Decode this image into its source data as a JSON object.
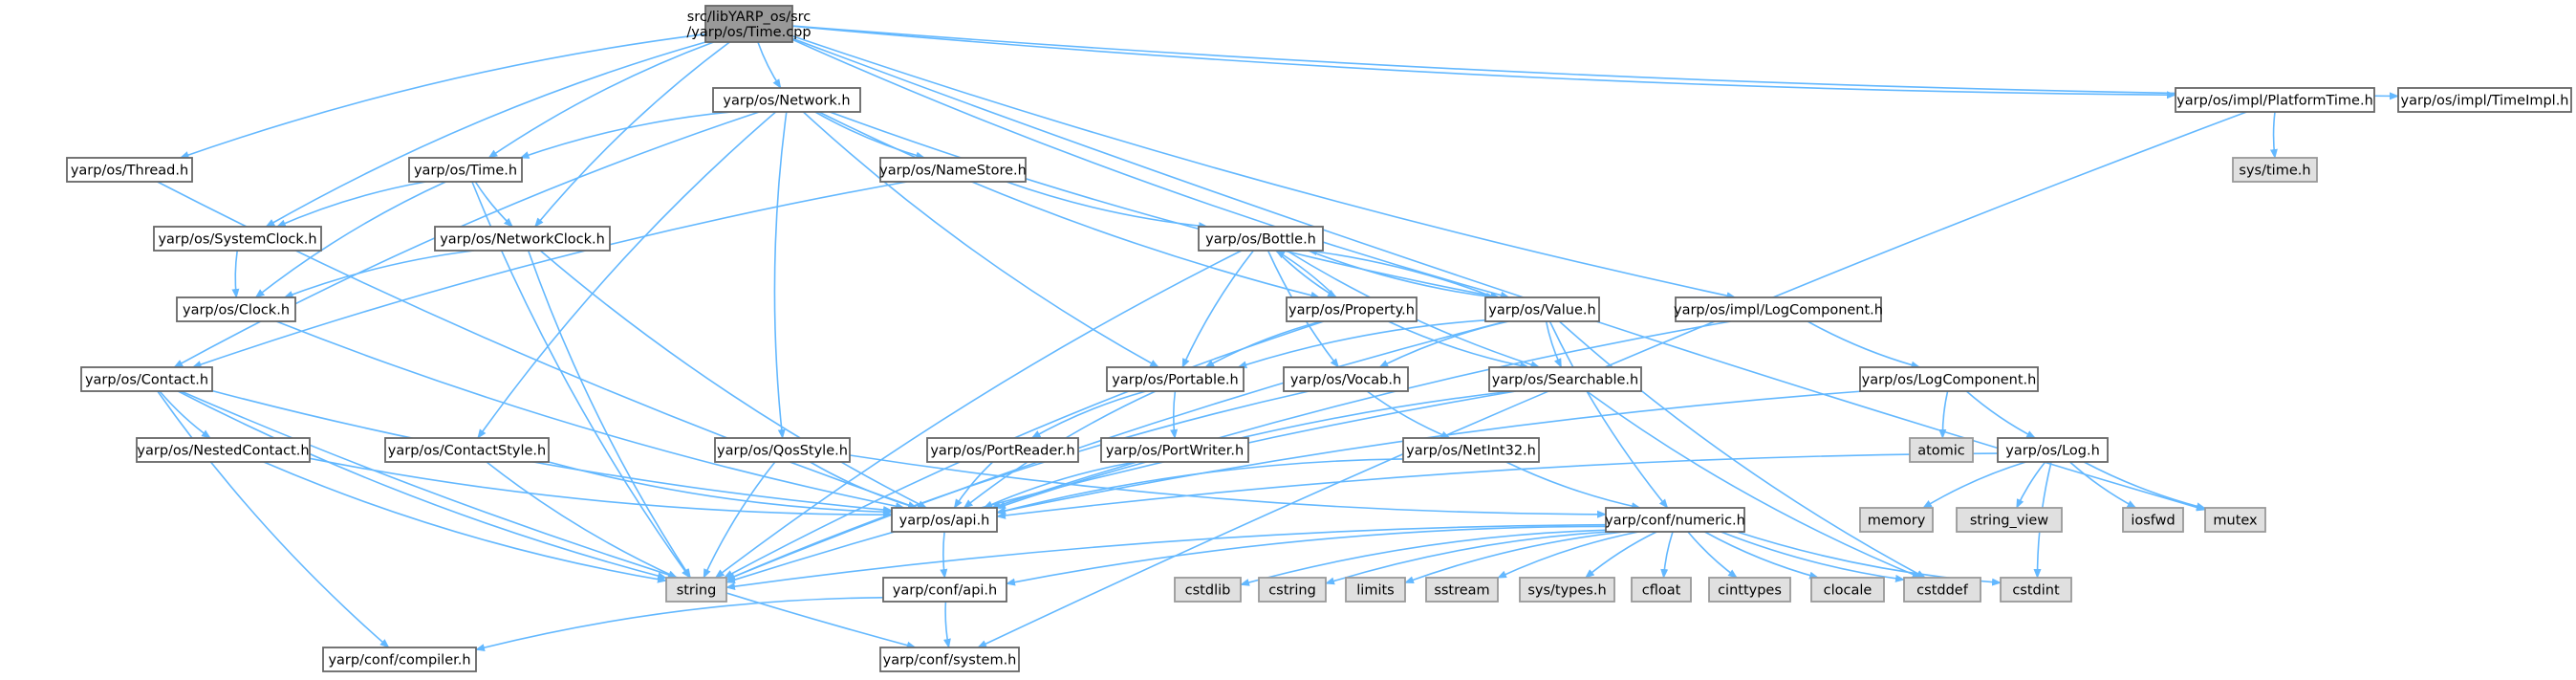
{
  "diagram": {
    "title": "",
    "colors": {
      "edge": "#63b8ff",
      "node_fill": "#ffffff",
      "root_fill": "#999999",
      "system_fill": "#e0e0e0",
      "node_border": "#666666",
      "system_border": "#999999"
    },
    "nodes": [
      {
        "id": "root",
        "kind": "root",
        "lines": [
          "src/libYARP_os/src",
          "/yarp/os/Time.cpp"
        ]
      },
      {
        "id": "network",
        "kind": "file",
        "lines": [
          "yarp/os/Network.h"
        ]
      },
      {
        "id": "thread",
        "kind": "file",
        "lines": [
          "yarp/os/Thread.h"
        ]
      },
      {
        "id": "time",
        "kind": "file",
        "lines": [
          "yarp/os/Time.h"
        ]
      },
      {
        "id": "namestore",
        "kind": "file",
        "lines": [
          "yarp/os/NameStore.h"
        ]
      },
      {
        "id": "platformtime",
        "kind": "file",
        "lines": [
          "yarp/os/impl/PlatformTime.h"
        ]
      },
      {
        "id": "timeimpl",
        "kind": "file",
        "lines": [
          "yarp/os/impl/TimeImpl.h"
        ]
      },
      {
        "id": "systime",
        "kind": "system",
        "lines": [
          "sys/time.h"
        ]
      },
      {
        "id": "systemclock",
        "kind": "file",
        "lines": [
          "yarp/os/SystemClock.h"
        ]
      },
      {
        "id": "networkclock",
        "kind": "file",
        "lines": [
          "yarp/os/NetworkClock.h"
        ]
      },
      {
        "id": "bottle",
        "kind": "file",
        "lines": [
          "yarp/os/Bottle.h"
        ]
      },
      {
        "id": "clock",
        "kind": "file",
        "lines": [
          "yarp/os/Clock.h"
        ]
      },
      {
        "id": "property",
        "kind": "file",
        "lines": [
          "yarp/os/Property.h"
        ]
      },
      {
        "id": "value",
        "kind": "file",
        "lines": [
          "yarp/os/Value.h"
        ]
      },
      {
        "id": "logcompimpl",
        "kind": "file",
        "lines": [
          "yarp/os/impl/LogComponent.h"
        ]
      },
      {
        "id": "contact",
        "kind": "file",
        "lines": [
          "yarp/os/Contact.h"
        ]
      },
      {
        "id": "portable",
        "kind": "file",
        "lines": [
          "yarp/os/Portable.h"
        ]
      },
      {
        "id": "vocab",
        "kind": "file",
        "lines": [
          "yarp/os/Vocab.h"
        ]
      },
      {
        "id": "searchable",
        "kind": "file",
        "lines": [
          "yarp/os/Searchable.h"
        ]
      },
      {
        "id": "logcomp",
        "kind": "file",
        "lines": [
          "yarp/os/LogComponent.h"
        ]
      },
      {
        "id": "nestedcontact",
        "kind": "file",
        "lines": [
          "yarp/os/NestedContact.h"
        ]
      },
      {
        "id": "contactstyle",
        "kind": "file",
        "lines": [
          "yarp/os/ContactStyle.h"
        ]
      },
      {
        "id": "qosstyle",
        "kind": "file",
        "lines": [
          "yarp/os/QosStyle.h"
        ]
      },
      {
        "id": "portreader",
        "kind": "file",
        "lines": [
          "yarp/os/PortReader.h"
        ]
      },
      {
        "id": "portwriter",
        "kind": "file",
        "lines": [
          "yarp/os/PortWriter.h"
        ]
      },
      {
        "id": "netint32",
        "kind": "file",
        "lines": [
          "yarp/os/NetInt32.h"
        ]
      },
      {
        "id": "atomic",
        "kind": "system",
        "lines": [
          "atomic"
        ]
      },
      {
        "id": "log",
        "kind": "file",
        "lines": [
          "yarp/os/Log.h"
        ]
      },
      {
        "id": "osapi",
        "kind": "file",
        "lines": [
          "yarp/os/api.h"
        ]
      },
      {
        "id": "numeric",
        "kind": "file",
        "lines": [
          "yarp/conf/numeric.h"
        ]
      },
      {
        "id": "memory",
        "kind": "system",
        "lines": [
          "memory"
        ]
      },
      {
        "id": "string_view",
        "kind": "system",
        "lines": [
          "string_view"
        ]
      },
      {
        "id": "iosfwd",
        "kind": "system",
        "lines": [
          "iosfwd"
        ]
      },
      {
        "id": "mutex",
        "kind": "system",
        "lines": [
          "mutex"
        ]
      },
      {
        "id": "string",
        "kind": "system",
        "lines": [
          "string"
        ]
      },
      {
        "id": "confapi",
        "kind": "file",
        "lines": [
          "yarp/conf/api.h"
        ]
      },
      {
        "id": "cstdlib",
        "kind": "system",
        "lines": [
          "cstdlib"
        ]
      },
      {
        "id": "cstring",
        "kind": "system",
        "lines": [
          "cstring"
        ]
      },
      {
        "id": "limits",
        "kind": "system",
        "lines": [
          "limits"
        ]
      },
      {
        "id": "sstream",
        "kind": "system",
        "lines": [
          "sstream"
        ]
      },
      {
        "id": "systypes",
        "kind": "system",
        "lines": [
          "sys/types.h"
        ]
      },
      {
        "id": "cfloat",
        "kind": "system",
        "lines": [
          "cfloat"
        ]
      },
      {
        "id": "cinttypes",
        "kind": "system",
        "lines": [
          "cinttypes"
        ]
      },
      {
        "id": "clocale",
        "kind": "system",
        "lines": [
          "clocale"
        ]
      },
      {
        "id": "cstddef",
        "kind": "system",
        "lines": [
          "cstddef"
        ]
      },
      {
        "id": "cstdint",
        "kind": "system",
        "lines": [
          "cstdint"
        ]
      },
      {
        "id": "compiler",
        "kind": "file",
        "lines": [
          "yarp/conf/compiler.h"
        ]
      },
      {
        "id": "system",
        "kind": "file",
        "lines": [
          "yarp/conf/system.h"
        ]
      }
    ],
    "edges": [
      [
        "root",
        "network"
      ],
      [
        "root",
        "thread"
      ],
      [
        "root",
        "time"
      ],
      [
        "root",
        "systemclock"
      ],
      [
        "root",
        "networkclock"
      ],
      [
        "root",
        "value"
      ],
      [
        "root",
        "logcompimpl"
      ],
      [
        "root",
        "platformtime"
      ],
      [
        "root",
        "timeimpl"
      ],
      [
        "root",
        "mutex"
      ],
      [
        "network",
        "time"
      ],
      [
        "network",
        "namestore"
      ],
      [
        "network",
        "contact"
      ],
      [
        "network",
        "contactstyle"
      ],
      [
        "network",
        "qosstyle"
      ],
      [
        "network",
        "portable"
      ],
      [
        "network",
        "property"
      ],
      [
        "network",
        "value"
      ],
      [
        "thread",
        "osapi"
      ],
      [
        "time",
        "systemclock"
      ],
      [
        "time",
        "networkclock"
      ],
      [
        "time",
        "clock"
      ],
      [
        "time",
        "string"
      ],
      [
        "systemclock",
        "clock"
      ],
      [
        "networkclock",
        "clock"
      ],
      [
        "networkclock",
        "osapi"
      ],
      [
        "networkclock",
        "string"
      ],
      [
        "clock",
        "osapi"
      ],
      [
        "namestore",
        "bottle"
      ],
      [
        "namestore",
        "contact"
      ],
      [
        "bottle",
        "property"
      ],
      [
        "bottle",
        "value"
      ],
      [
        "bottle",
        "portable"
      ],
      [
        "bottle",
        "vocab"
      ],
      [
        "bottle",
        "searchable"
      ],
      [
        "bottle",
        "string"
      ],
      [
        "property",
        "bottle"
      ],
      [
        "property",
        "portable"
      ],
      [
        "property",
        "searchable"
      ],
      [
        "property",
        "string"
      ],
      [
        "value",
        "bottle"
      ],
      [
        "value",
        "portable"
      ],
      [
        "value",
        "vocab"
      ],
      [
        "value",
        "searchable"
      ],
      [
        "value",
        "numeric"
      ],
      [
        "value",
        "cstddef"
      ],
      [
        "value",
        "string"
      ],
      [
        "logcompimpl",
        "logcomp"
      ],
      [
        "logcompimpl",
        "osapi"
      ],
      [
        "contact",
        "nestedcontact"
      ],
      [
        "contact",
        "osapi"
      ],
      [
        "contact",
        "string"
      ],
      [
        "contact",
        "compiler"
      ],
      [
        "contact",
        "system"
      ],
      [
        "nestedcontact",
        "osapi"
      ],
      [
        "nestedcontact",
        "string"
      ],
      [
        "contactstyle",
        "osapi"
      ],
      [
        "contactstyle",
        "string"
      ],
      [
        "qosstyle",
        "osapi"
      ],
      [
        "qosstyle",
        "numeric"
      ],
      [
        "qosstyle",
        "string"
      ],
      [
        "portable",
        "portreader"
      ],
      [
        "portable",
        "portwriter"
      ],
      [
        "portable",
        "osapi"
      ],
      [
        "portreader",
        "osapi"
      ],
      [
        "portwriter",
        "osapi"
      ],
      [
        "vocab",
        "netint32"
      ],
      [
        "vocab",
        "string"
      ],
      [
        "netint32",
        "osapi"
      ],
      [
        "netint32",
        "numeric"
      ],
      [
        "searchable",
        "osapi"
      ],
      [
        "searchable",
        "string"
      ],
      [
        "searchable",
        "cstddef"
      ],
      [
        "logcomp",
        "atomic"
      ],
      [
        "logcomp",
        "log"
      ],
      [
        "logcomp",
        "osapi"
      ],
      [
        "log",
        "osapi"
      ],
      [
        "log",
        "memory"
      ],
      [
        "log",
        "string_view"
      ],
      [
        "log",
        "cstdint"
      ],
      [
        "log",
        "iosfwd"
      ],
      [
        "log",
        "mutex"
      ],
      [
        "platformtime",
        "systime"
      ],
      [
        "platformtime",
        "system"
      ],
      [
        "osapi",
        "confapi"
      ],
      [
        "confapi",
        "compiler"
      ],
      [
        "confapi",
        "system"
      ],
      [
        "numeric",
        "string"
      ],
      [
        "numeric",
        "confapi"
      ],
      [
        "numeric",
        "cstdlib"
      ],
      [
        "numeric",
        "cstring"
      ],
      [
        "numeric",
        "limits"
      ],
      [
        "numeric",
        "sstream"
      ],
      [
        "numeric",
        "systypes"
      ],
      [
        "numeric",
        "cfloat"
      ],
      [
        "numeric",
        "cinttypes"
      ],
      [
        "numeric",
        "clocale"
      ],
      [
        "numeric",
        "cstddef"
      ],
      [
        "numeric",
        "cstdint"
      ]
    ]
  }
}
